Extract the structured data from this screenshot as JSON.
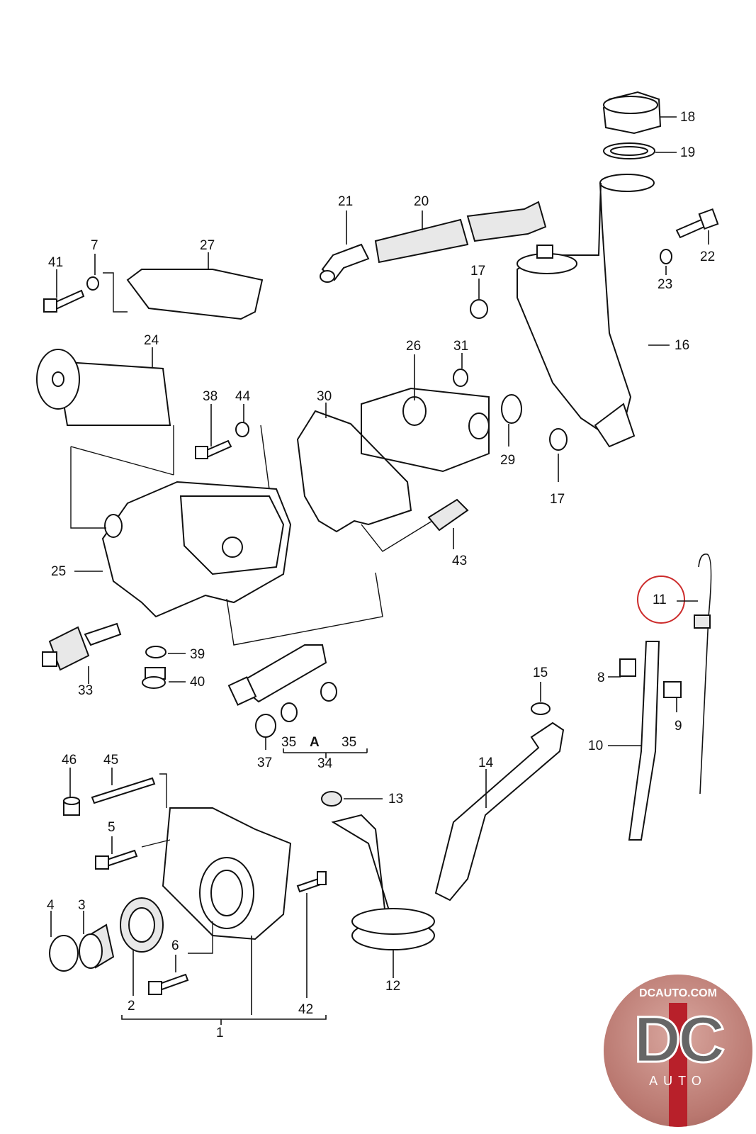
{
  "diagram": {
    "title": "",
    "callouts": [
      {
        "id": "c18",
        "text": "18"
      },
      {
        "id": "c19",
        "text": "19"
      },
      {
        "id": "c20",
        "text": "20"
      },
      {
        "id": "c21",
        "text": "21"
      },
      {
        "id": "c22",
        "text": "22"
      },
      {
        "id": "c23",
        "text": "23"
      },
      {
        "id": "c17a",
        "text": "17"
      },
      {
        "id": "c17b",
        "text": "17"
      },
      {
        "id": "c16",
        "text": "16"
      },
      {
        "id": "c41",
        "text": "41"
      },
      {
        "id": "c7",
        "text": "7"
      },
      {
        "id": "c27",
        "text": "27"
      },
      {
        "id": "c24",
        "text": "24"
      },
      {
        "id": "c26",
        "text": "26"
      },
      {
        "id": "c31",
        "text": "31"
      },
      {
        "id": "c38",
        "text": "38"
      },
      {
        "id": "c44",
        "text": "44"
      },
      {
        "id": "c30",
        "text": "30"
      },
      {
        "id": "c29",
        "text": "29"
      },
      {
        "id": "c43",
        "text": "43"
      },
      {
        "id": "c25",
        "text": "25"
      },
      {
        "id": "c11",
        "text": "11"
      },
      {
        "id": "c39",
        "text": "39"
      },
      {
        "id": "c40",
        "text": "40"
      },
      {
        "id": "c33",
        "text": "33"
      },
      {
        "id": "c15",
        "text": "15"
      },
      {
        "id": "c8",
        "text": "8"
      },
      {
        "id": "c9",
        "text": "9"
      },
      {
        "id": "c10",
        "text": "10"
      },
      {
        "id": "c37",
        "text": "37"
      },
      {
        "id": "c35a",
        "text": "35"
      },
      {
        "id": "cA",
        "text": "A"
      },
      {
        "id": "c35b",
        "text": "35"
      },
      {
        "id": "c34",
        "text": "34"
      },
      {
        "id": "c46",
        "text": "46"
      },
      {
        "id": "c45",
        "text": "45"
      },
      {
        "id": "c14",
        "text": "14"
      },
      {
        "id": "c13",
        "text": "13"
      },
      {
        "id": "c5",
        "text": "5"
      },
      {
        "id": "c4",
        "text": "4"
      },
      {
        "id": "c3",
        "text": "3"
      },
      {
        "id": "c6",
        "text": "6"
      },
      {
        "id": "c2",
        "text": "2"
      },
      {
        "id": "c42",
        "text": "42"
      },
      {
        "id": "c12",
        "text": "12"
      },
      {
        "id": "c1",
        "text": "1"
      }
    ],
    "highlight": {
      "callout": "11",
      "color": "#cc2b2b"
    }
  },
  "logo": {
    "top_text": "DCAUTO.COM",
    "main_text": "DC",
    "sub_text": "AUTO",
    "colors": {
      "red": "#b8202a",
      "bg": "#c98d86",
      "dark": "#555555"
    }
  }
}
